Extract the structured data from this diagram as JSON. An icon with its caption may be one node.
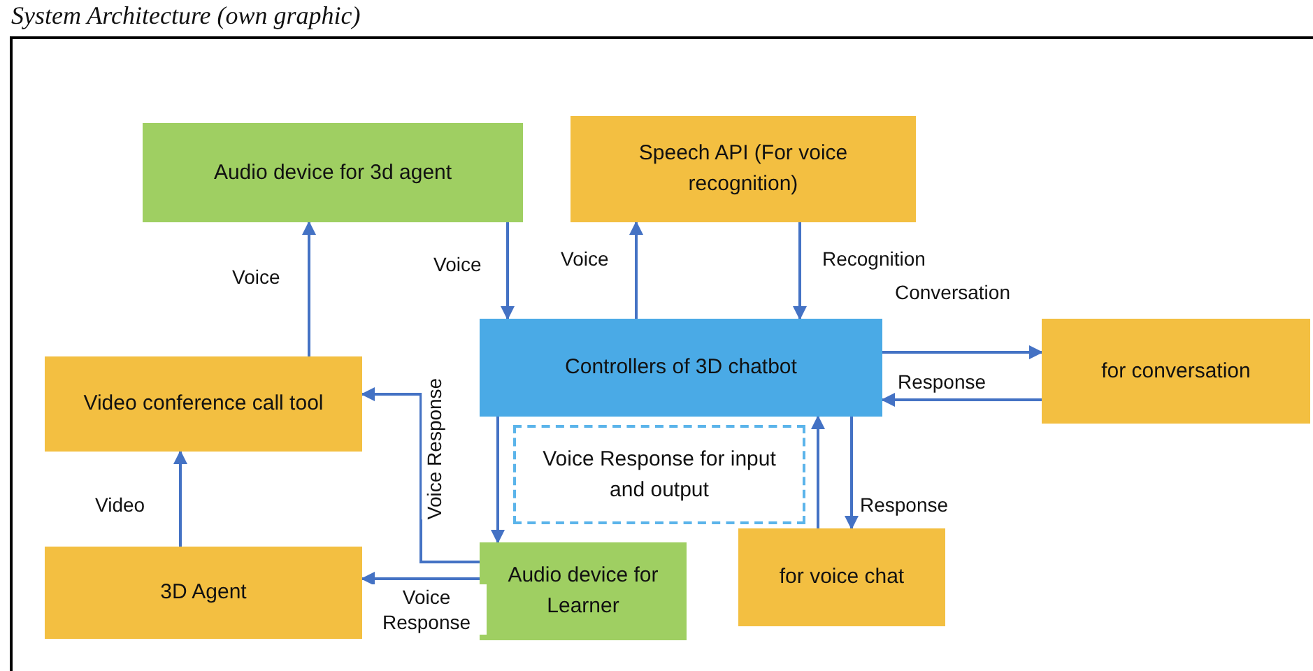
{
  "diagram": {
    "title": "System Architecture (own graphic)",
    "nodes": [
      {
        "text": [
          "Audio device for 3d agent"
        ]
      },
      {
        "text": [
          "Speech API (For voice recognition)"
        ]
      },
      {
        "text": [
          "Controllers of 3D chatbot"
        ]
      },
      {
        "text": [
          "for conversation"
        ]
      },
      {
        "text": [
          "Video conference call tool"
        ]
      },
      {
        "text": [
          "Voice Response for input and output"
        ]
      },
      {
        "text": [
          "3D Agent"
        ]
      },
      {
        "text": [
          "Audio device for Learner"
        ]
      },
      {
        "text": [
          "for voice chat"
        ]
      }
    ],
    "edges": [
      {
        "from": 4,
        "to": 0,
        "arrow": "to",
        "label": "Voice"
      },
      {
        "from": 0,
        "to": 2,
        "arrow": "to",
        "label": "Voice"
      },
      {
        "from": 2,
        "to": 1,
        "arrow": "to",
        "label": "Voice"
      },
      {
        "from": 1,
        "to": 2,
        "arrow": "to",
        "label": "Recognition"
      },
      {
        "from": 2,
        "to": 3,
        "arrow": "to",
        "label": "Conversation"
      },
      {
        "from": 3,
        "to": 2,
        "arrow": "to",
        "label": "Response"
      },
      {
        "from": 6,
        "to": 4,
        "arrow": "to",
        "label": "Video"
      },
      {
        "from": 2,
        "to": 7,
        "arrow": "to"
      },
      {
        "from": 7,
        "to": 4,
        "arrow": "to",
        "label": "Voice Response"
      },
      {
        "from": 7,
        "to": 6,
        "arrow": "to",
        "label": "Voice Response"
      },
      {
        "from": 8,
        "to": 2,
        "arrow": "to"
      },
      {
        "from": 2,
        "to": 8,
        "arrow": "to",
        "label": "Response"
      }
    ]
  }
}
